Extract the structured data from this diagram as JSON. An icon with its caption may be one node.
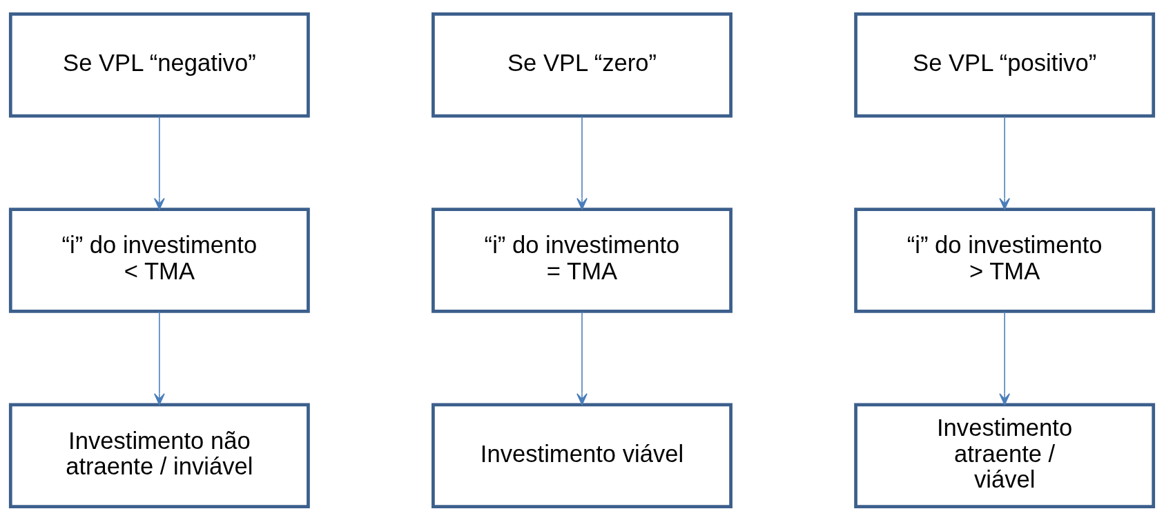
{
  "diagram": {
    "nodes": [
      {
        "text": [
          "Se VPL “negativo”"
        ]
      },
      {
        "text": [
          "Se VPL “zero”"
        ]
      },
      {
        "text": [
          "Se VPL “positivo”"
        ]
      },
      {
        "text": [
          "“i” do investimento < TMA"
        ]
      },
      {
        "text": [
          "“i” do investimento = TMA"
        ]
      },
      {
        "text": [
          "“i” do investimento > TMA"
        ]
      },
      {
        "text": [
          "Investimento não atraente / inviável"
        ]
      },
      {
        "text": [
          "Investimento viável"
        ]
      },
      {
        "text": [
          "Investimento atraente / viável"
        ]
      }
    ],
    "edges": [
      {
        "from": 0,
        "to": 3,
        "arrow": "to"
      },
      {
        "from": 3,
        "to": 6,
        "arrow": "to"
      },
      {
        "from": 1,
        "to": 4,
        "arrow": "to"
      },
      {
        "from": 4,
        "to": 7,
        "arrow": "to"
      },
      {
        "from": 2,
        "to": 5,
        "arrow": "to"
      },
      {
        "from": 5,
        "to": 8,
        "arrow": "to"
      }
    ]
  }
}
